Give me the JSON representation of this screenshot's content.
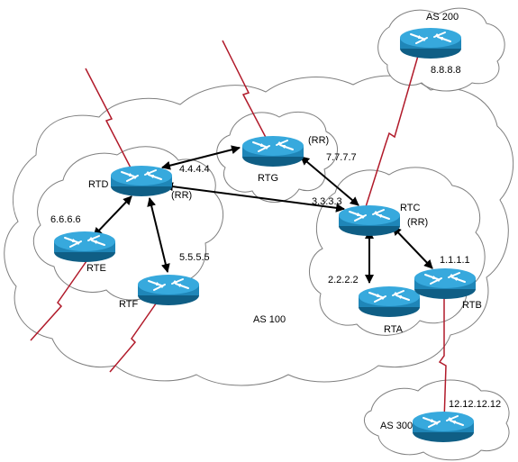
{
  "colors": {
    "background": "#ffffff",
    "cloud_outline": "#7f7f7f",
    "router_body": "#1f86b8",
    "router_top": "#37a9dd",
    "router_dark": "#0f5e85",
    "link_red": "#b11a2a",
    "arrow_black": "#000000"
  },
  "routers": {
    "rtd": {
      "name": "RTD",
      "rr_label": "(RR)",
      "ip": "6.6.6.6"
    },
    "rte": {
      "name": "RTE"
    },
    "rtf": {
      "name": "RTF",
      "ip": "5.5.5.5"
    },
    "rtg": {
      "name": "RTG",
      "rr_label": "(RR)",
      "ip": "4.4.4.4"
    },
    "rtc": {
      "name": "RTC",
      "rr_label": "(RR)",
      "ip": "3.3.3.3"
    },
    "rta": {
      "name": "RTA",
      "ip": "2.2.2.2"
    },
    "rtb": {
      "name": "RTB",
      "ip": "1.1.1.1"
    },
    "as200_router": {
      "ip": "8.8.8.8"
    },
    "as300_router": {
      "ip": "12.12.12.12"
    }
  },
  "link_labels": {
    "rtg_rtc": "7.7.7.7"
  },
  "as_labels": {
    "as100": "AS 100",
    "as200": "AS 200",
    "as300": "AS 300"
  }
}
